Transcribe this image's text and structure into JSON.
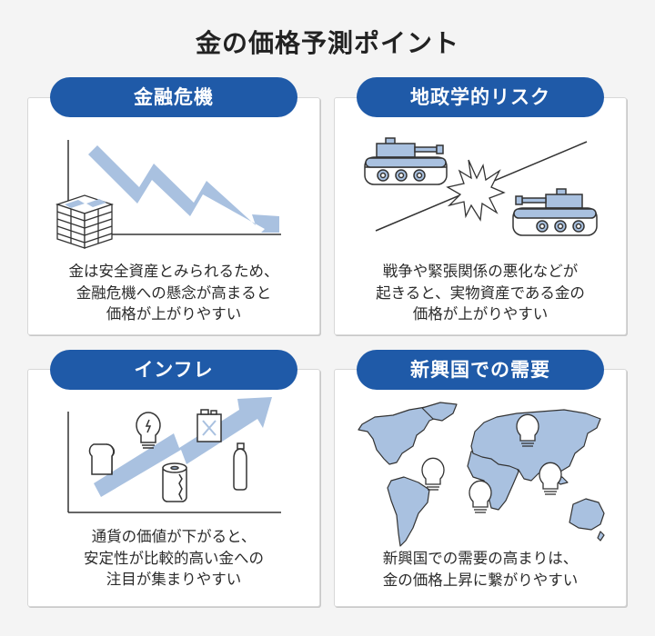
{
  "title": "金の価格予測ポイント",
  "colors": {
    "accent": "#1f5aa8",
    "illustration_fill": "#a9c1e0",
    "background": "#f4f4f4"
  },
  "cards": [
    {
      "label": "金融危機",
      "lines": [
        "金は安全資産とみられるため、",
        "金融危機への懸念が高まると",
        "価格が上がりやすい"
      ],
      "icon": "falling-chart-with-money-stack"
    },
    {
      "label": "地政学的リスク",
      "lines": [
        "戦争や緊張関係の悪化などが",
        "起きると、実物資産である金の",
        "価格が上がりやすい"
      ],
      "icon": "tanks-clash"
    },
    {
      "label": "インフレ",
      "lines": [
        "通貨の価値が下がると、",
        "安定性が比較的高い金への",
        "注目が集まりやすい"
      ],
      "icon": "rising-chart-with-goods"
    },
    {
      "label": "新興国での需要",
      "lines": [
        "新興国での需要の高まりは、",
        "金の価格上昇に繋がりやすい"
      ],
      "icon": "world-map-lightbulbs"
    }
  ]
}
